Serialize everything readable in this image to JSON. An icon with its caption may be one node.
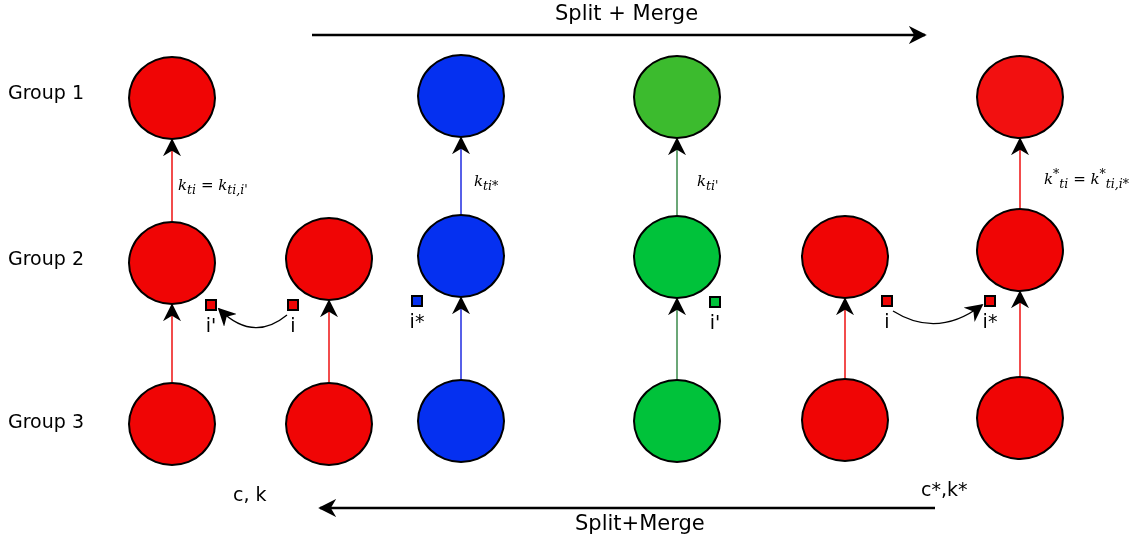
{
  "diagram": {
    "nodes": [
      {
        "text": [],
        "shape": "circle"
      },
      {
        "text": [],
        "shape": "circle"
      },
      {
        "text": [],
        "shape": "circle"
      },
      {
        "text": [],
        "shape": "circle"
      },
      {
        "text": [],
        "shape": "circle"
      },
      {
        "text": [],
        "shape": "circle"
      },
      {
        "text": [],
        "shape": "circle"
      },
      {
        "text": [],
        "shape": "circle"
      },
      {
        "text": [],
        "shape": "circle"
      },
      {
        "text": [],
        "shape": "circle"
      },
      {
        "text": [],
        "shape": "circle"
      },
      {
        "text": [],
        "shape": "circle"
      },
      {
        "text": [],
        "shape": "circle"
      },
      {
        "text": [],
        "shape": "circle"
      },
      {
        "text": [],
        "shape": "circle"
      },
      {
        "text": [],
        "shape": "circle"
      },
      {
        "text": [
          "i'"
        ]
      },
      {
        "text": [
          "i"
        ]
      },
      {
        "text": [
          "i*"
        ]
      },
      {
        "text": [
          "i'"
        ]
      },
      {
        "text": [
          "i"
        ]
      },
      {
        "text": [
          "i*"
        ]
      }
    ],
    "edges": [
      {
        "from": 4,
        "to": 0,
        "arrow": "to",
        "label": "k$_{ti}$ = k$_{ti,i'}$"
      },
      {
        "from": 10,
        "to": 4,
        "arrow": "to"
      },
      {
        "from": 11,
        "to": 5,
        "arrow": "to"
      },
      {
        "from": 6,
        "to": 1,
        "arrow": "to",
        "label": "k$_{ti*}$",
        "color": "#1f2be0"
      },
      {
        "from": 12,
        "to": 6,
        "arrow": "to",
        "color": "#1f2be0"
      },
      {
        "from": 7,
        "to": 2,
        "arrow": "to",
        "label": "k$_{ti'}$",
        "color": "#3a8a4a"
      },
      {
        "from": 13,
        "to": 7,
        "arrow": "to",
        "color": "#3a8a4a"
      },
      {
        "from": 9,
        "to": 3,
        "arrow": "to",
        "label": "k$^{*}$$_{ti}$ = k$^{*}$$_{ti,i*}$"
      },
      {
        "from": 14,
        "to": 8,
        "arrow": "to"
      },
      {
        "from": 15,
        "to": 9,
        "arrow": "to"
      },
      {
        "from": 17,
        "to": 16,
        "arrow": "to",
        "color": "#000000"
      },
      {
        "from": 20,
        "to": 21,
        "arrow": "to",
        "color": "#000000"
      }
    ],
    "labels": [
      "Split + Merge",
      "Group 1",
      "Group 2",
      "Group 3",
      "c, k",
      "c*,k*",
      "Split+Merge"
    ]
  }
}
